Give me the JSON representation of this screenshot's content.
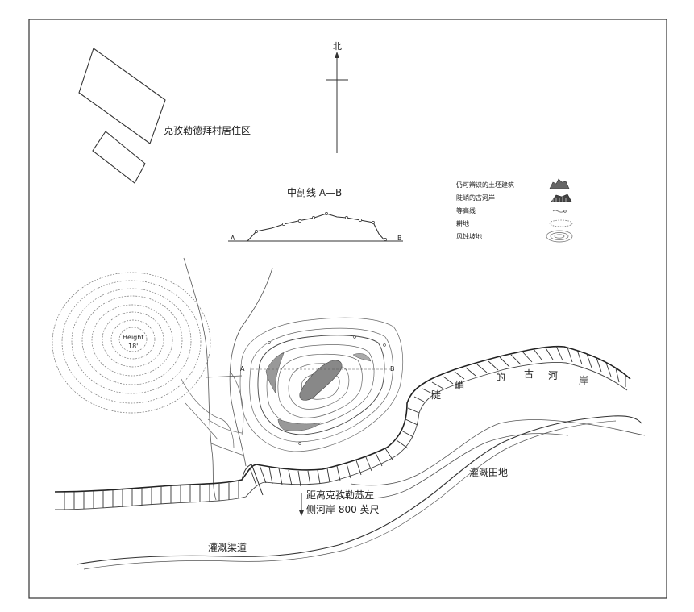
{
  "north_label": "北",
  "village_label": "克孜勒德拜村居住区",
  "section_title": "中剖线 A—B",
  "section_ends": {
    "a": "A",
    "b": "B"
  },
  "legend": [
    {
      "label": "仍可辨识的土坯建筑",
      "icon": "ruin-icon"
    },
    {
      "label": "陡峭的古河岸",
      "icon": "steep-bank-icon"
    },
    {
      "label": "等高线",
      "icon": "contour-icon"
    },
    {
      "label": "耕地",
      "icon": "field-icon"
    },
    {
      "label": "风蚀坡地",
      "icon": "eroded-slope-icon"
    }
  ],
  "hill_label": {
    "line1": "Height",
    "line2": "18'"
  },
  "map_markers": {
    "a": "A",
    "b": "B"
  },
  "bank_chars": [
    "陡",
    "峭",
    "的",
    "古",
    "河",
    "岸"
  ],
  "irrigated_field_label": "灌溉田地",
  "distance_label": {
    "line1": "距离克孜勒苏左",
    "line2": "侧河岸 800 英尺"
  },
  "canal_label": "灌溉渠道"
}
